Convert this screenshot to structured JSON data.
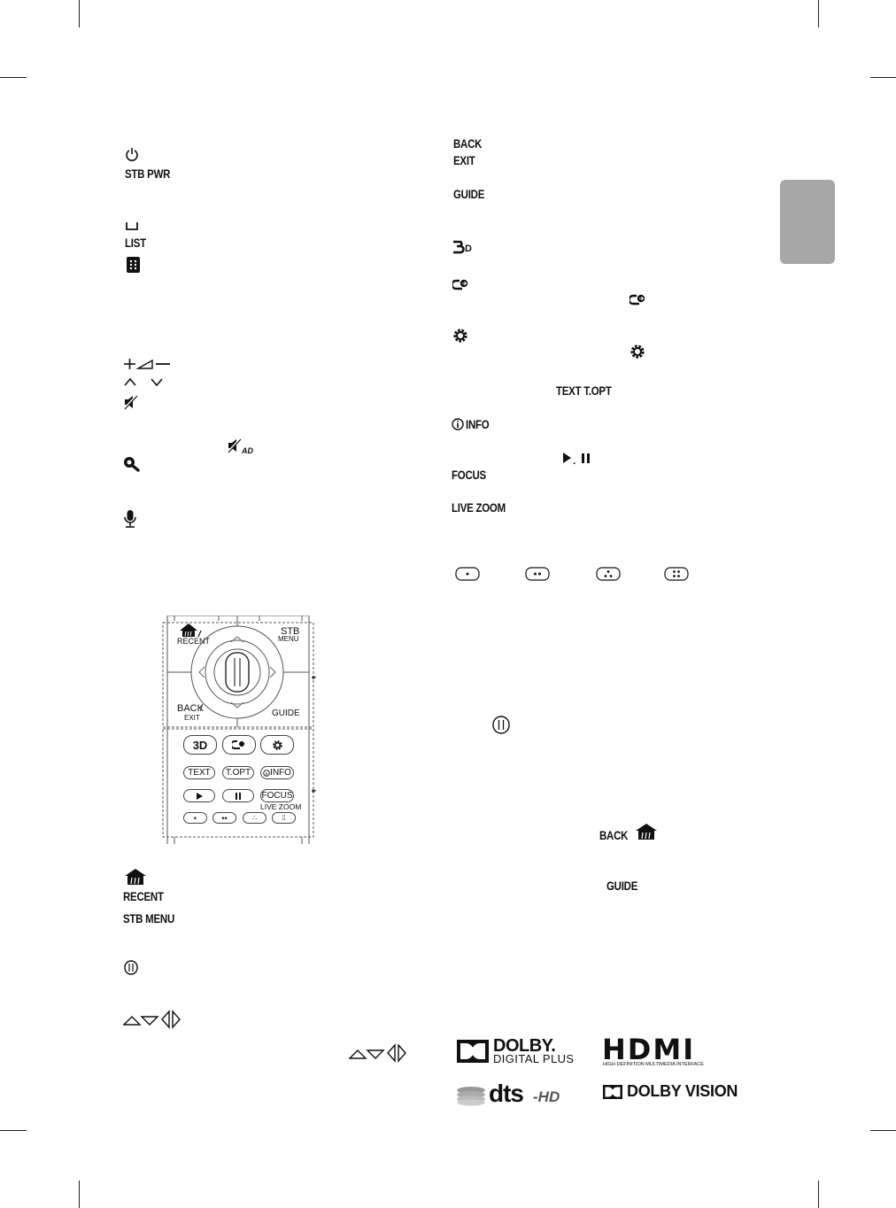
{
  "left_labels": {
    "stb_pwr": "STB PWR",
    "list": "LIST",
    "recent": "RECENT",
    "stb_menu": "STB MENU"
  },
  "right_labels": {
    "back": "BACK",
    "exit": "EXIT",
    "guide": "GUIDE",
    "three_d": "3D",
    "text_topt": "TEXT  T.OPT",
    "info": "INFO",
    "focus": "FOCUS",
    "live_zoom": "LIVE ZOOM",
    "back_inline": "BACK",
    "guide_inline": "GUIDE"
  },
  "remote": {
    "recent": "RECENT",
    "stb": "STB",
    "menu": "MENU",
    "back": "BACK",
    "exit": "EXIT",
    "guide": "GUIDE",
    "three_d": "3D",
    "text": "TEXT",
    "topt": "T.OPT",
    "info": "INFO",
    "focus": "FOCUS",
    "live_zoom": "LIVE ZOOM"
  },
  "logos": {
    "dolby_top": "DOLBY.",
    "dolby_bottom": "DIGITAL PLUS",
    "hdmi": "HDMI",
    "hdmi_sub": "HIGH-DEFINITION MULTIMEDIA INTERFACE",
    "dts": "dts",
    "dts_hd": "-HD",
    "dolby_vision": "DOLBY VISION"
  },
  "colors": {
    "tab_marker": "#a7a7a7",
    "ink": "#111111"
  }
}
